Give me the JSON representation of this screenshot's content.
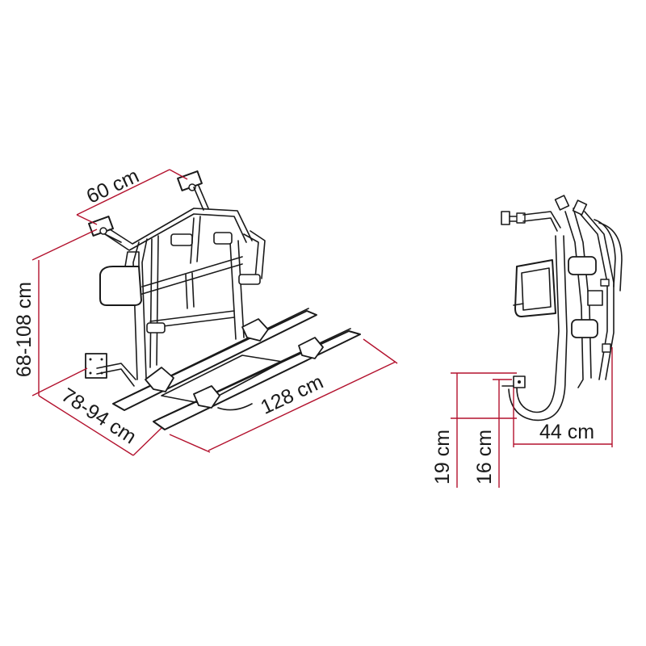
{
  "dimensions": {
    "width_top": "60 cm",
    "height": "68-108 cm",
    "depth_arm": "78-94 cm",
    "rail_length": "128 cm",
    "side_depth": "44 cm",
    "clearance_19": "19 cm",
    "clearance_16": "16 cm"
  },
  "colors": {
    "dimension_line": "#b3122e",
    "ink": "#1a1a1a",
    "background": "#ffffff"
  },
  "icons": {
    "front_view": "bike-rack-front-view",
    "side_view": "bike-rack-side-view"
  }
}
